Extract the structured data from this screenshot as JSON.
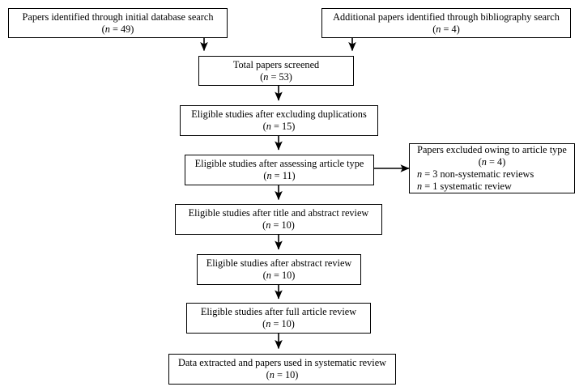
{
  "diagram": {
    "type": "prisma-flowchart",
    "title": "",
    "line_color": "#000000",
    "box_border_color": "#000000",
    "background": "#ffffff",
    "nodes": [
      {
        "id": "initial-database-search",
        "label": "Papers identified through initial database search",
        "count_line": "(n = 49)",
        "n_symbol": "n",
        "n_value": "49"
      },
      {
        "id": "bibliography-search",
        "label": "Additional papers identified through bibliography search",
        "count_line": "(n = 4)",
        "n_symbol": "n",
        "n_value": "4"
      },
      {
        "id": "total-screened",
        "label": "Total papers screened",
        "count_line": "(n = 53)",
        "n_symbol": "n",
        "n_value": "53"
      },
      {
        "id": "excluding-duplications",
        "label": "Eligible studies after excluding duplications",
        "count_line": "(n = 15)",
        "n_symbol": "n",
        "n_value": "15"
      },
      {
        "id": "assessing-article-type",
        "label": "Eligible studies after assessing article type",
        "count_line": "(n = 11)",
        "n_symbol": "n",
        "n_value": "11"
      },
      {
        "id": "papers-excluded",
        "label": "Papers excluded owing to article type",
        "count_line": "(n = 4)",
        "n_symbol": "n",
        "n_value": "4",
        "detail_lines": [
          {
            "n_symbol": "n",
            "text": " = 3 non-systematic reviews"
          },
          {
            "n_symbol": "n",
            "text": " = 1 systematic review"
          }
        ]
      },
      {
        "id": "title-abstract-review",
        "label": "Eligible studies after title and abstract review",
        "count_line": "(n = 10)",
        "n_symbol": "n",
        "n_value": "10"
      },
      {
        "id": "abstract-review",
        "label": "Eligible studies after abstract review",
        "count_line": "(n = 10)",
        "n_symbol": "n",
        "n_value": "10"
      },
      {
        "id": "full-article-review",
        "label": "Eligible studies after full article review",
        "count_line": "(n = 10)",
        "n_symbol": "n",
        "n_value": "10"
      },
      {
        "id": "data-extracted",
        "label": "Data extracted and papers used in systematic review",
        "count_line": "(n = 10)",
        "n_symbol": "n",
        "n_value": "10"
      }
    ],
    "edges": [
      {
        "from": "initial-database-search",
        "to": "total-screened",
        "direction": "down"
      },
      {
        "from": "bibliography-search",
        "to": "total-screened",
        "direction": "down"
      },
      {
        "from": "total-screened",
        "to": "excluding-duplications",
        "direction": "down"
      },
      {
        "from": "excluding-duplications",
        "to": "assessing-article-type",
        "direction": "down"
      },
      {
        "from": "assessing-article-type",
        "to": "papers-excluded",
        "direction": "right"
      },
      {
        "from": "assessing-article-type",
        "to": "title-abstract-review",
        "direction": "down"
      },
      {
        "from": "title-abstract-review",
        "to": "abstract-review",
        "direction": "down"
      },
      {
        "from": "abstract-review",
        "to": "full-article-review",
        "direction": "down"
      },
      {
        "from": "full-article-review",
        "to": "data-extracted",
        "direction": "down"
      }
    ]
  }
}
